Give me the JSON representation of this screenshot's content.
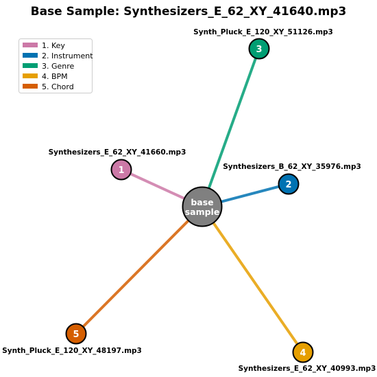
{
  "title": "Base Sample: Synthesizers_E_62_XY_41640.mp3",
  "base": {
    "line1": "base",
    "line2": "sample",
    "color": "#808080"
  },
  "legend": [
    {
      "label": "1. Key",
      "color": "#cc79a7"
    },
    {
      "label": "2. Instrument",
      "color": "#0072b2"
    },
    {
      "label": "3. Genre",
      "color": "#009e73"
    },
    {
      "label": "4. BPM",
      "color": "#e69f00"
    },
    {
      "label": "5. Chord",
      "color": "#d55e00"
    }
  ],
  "nodes": [
    {
      "num": "1",
      "label": "Synthesizers_E_62_XY_41660.mp3",
      "color": "#cc79a7"
    },
    {
      "num": "2",
      "label": "Synthesizers_B_62_XY_35976.mp3",
      "color": "#0072b2"
    },
    {
      "num": "3",
      "label": "Synth_Pluck_E_120_XY_51126.mp3",
      "color": "#009e73"
    },
    {
      "num": "4",
      "label": "Synthesizers_E_62_XY_40993.mp3",
      "color": "#e69f00"
    },
    {
      "num": "5",
      "label": "Synth_Pluck_E_120_XY_48197.mp3",
      "color": "#d55e00"
    }
  ]
}
